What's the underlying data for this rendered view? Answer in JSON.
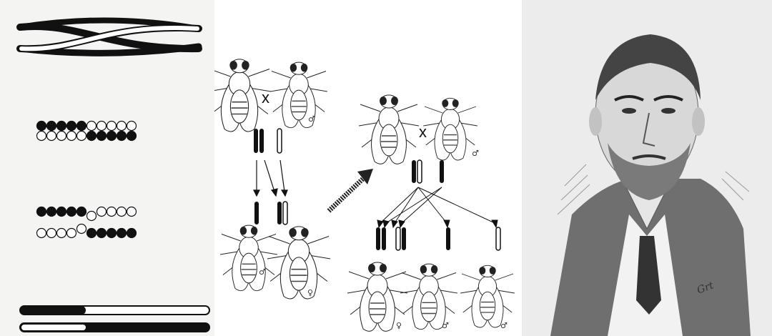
{
  "cross_symbol": "x",
  "male_symbol": "♂",
  "female_symbol": "♀",
  "signature": "Grt",
  "colors": {
    "black": "#111111",
    "white": "#ffffff",
    "grey": "#777777"
  },
  "portrait": {
    "alt": "portrait-sketch"
  }
}
